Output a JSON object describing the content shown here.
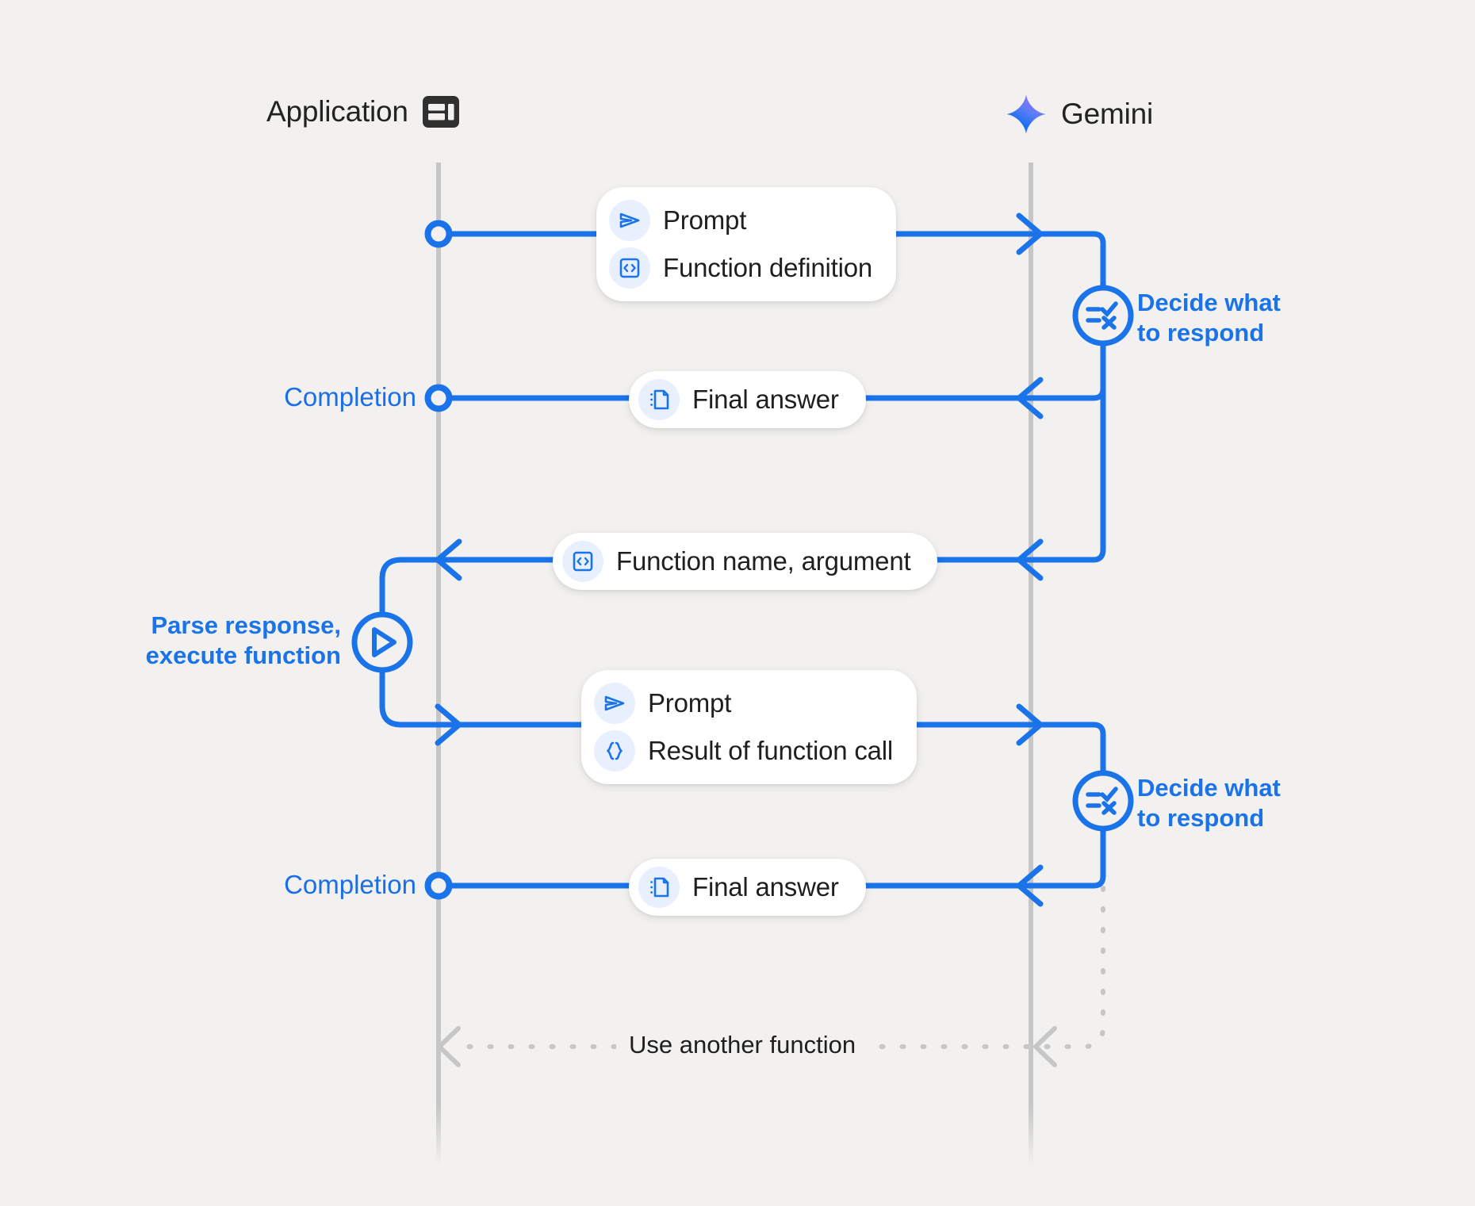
{
  "canvas": {
    "background": "#f2f1ef",
    "accent_blue": "#1a73e8",
    "line_gray": "#c6c6c6",
    "chip_bg": "#e8f0fe",
    "text_dark": "#1f1f1f"
  },
  "lanes": [
    {
      "id": "application",
      "title": "Application",
      "icon": "app-window-icon"
    },
    {
      "id": "gemini",
      "title": "Gemini",
      "icon": "gemini-sparkle-icon"
    }
  ],
  "messages": [
    {
      "id": "request-1",
      "direction": "application-to-gemini",
      "rows": [
        {
          "icon": "send-prompt-icon",
          "label": "Prompt"
        },
        {
          "icon": "code-brackets-box-icon",
          "label": "Function definition"
        }
      ]
    },
    {
      "id": "response-1",
      "direction": "gemini-to-application",
      "rows": [
        {
          "icon": "document-icon",
          "label": "Final answer"
        }
      ]
    },
    {
      "id": "function-call",
      "direction": "gemini-to-application",
      "rows": [
        {
          "icon": "code-brackets-box-icon",
          "label": "Function name,  argument"
        }
      ]
    },
    {
      "id": "request-2",
      "direction": "application-to-gemini",
      "rows": [
        {
          "icon": "send-prompt-icon",
          "label": "Prompt"
        },
        {
          "icon": "curly-braces-icon",
          "label": "Result of function call"
        }
      ]
    },
    {
      "id": "response-2",
      "direction": "gemini-to-application",
      "rows": [
        {
          "icon": "document-icon",
          "label": "Final answer"
        }
      ]
    }
  ],
  "annotations": {
    "decide_1": "Decide what\nto respond",
    "decide_2": "Decide what\nto respond",
    "completion_1": "Completion",
    "completion_2": "Completion",
    "parse_execute": "Parse response,\nexecute function",
    "loop_back": "Use another function"
  },
  "nodes": [
    {
      "id": "start-node",
      "type": "hollow-circle",
      "lane": "application"
    },
    {
      "id": "decide-node-1",
      "type": "decision-checklist-circle",
      "lane": "gemini"
    },
    {
      "id": "completion-node-1",
      "type": "hollow-circle",
      "lane": "application"
    },
    {
      "id": "execute-node",
      "type": "play-circle",
      "lane": "application"
    },
    {
      "id": "decide-node-2",
      "type": "decision-checklist-circle",
      "lane": "gemini"
    },
    {
      "id": "completion-node-2",
      "type": "hollow-circle",
      "lane": "application"
    }
  ]
}
